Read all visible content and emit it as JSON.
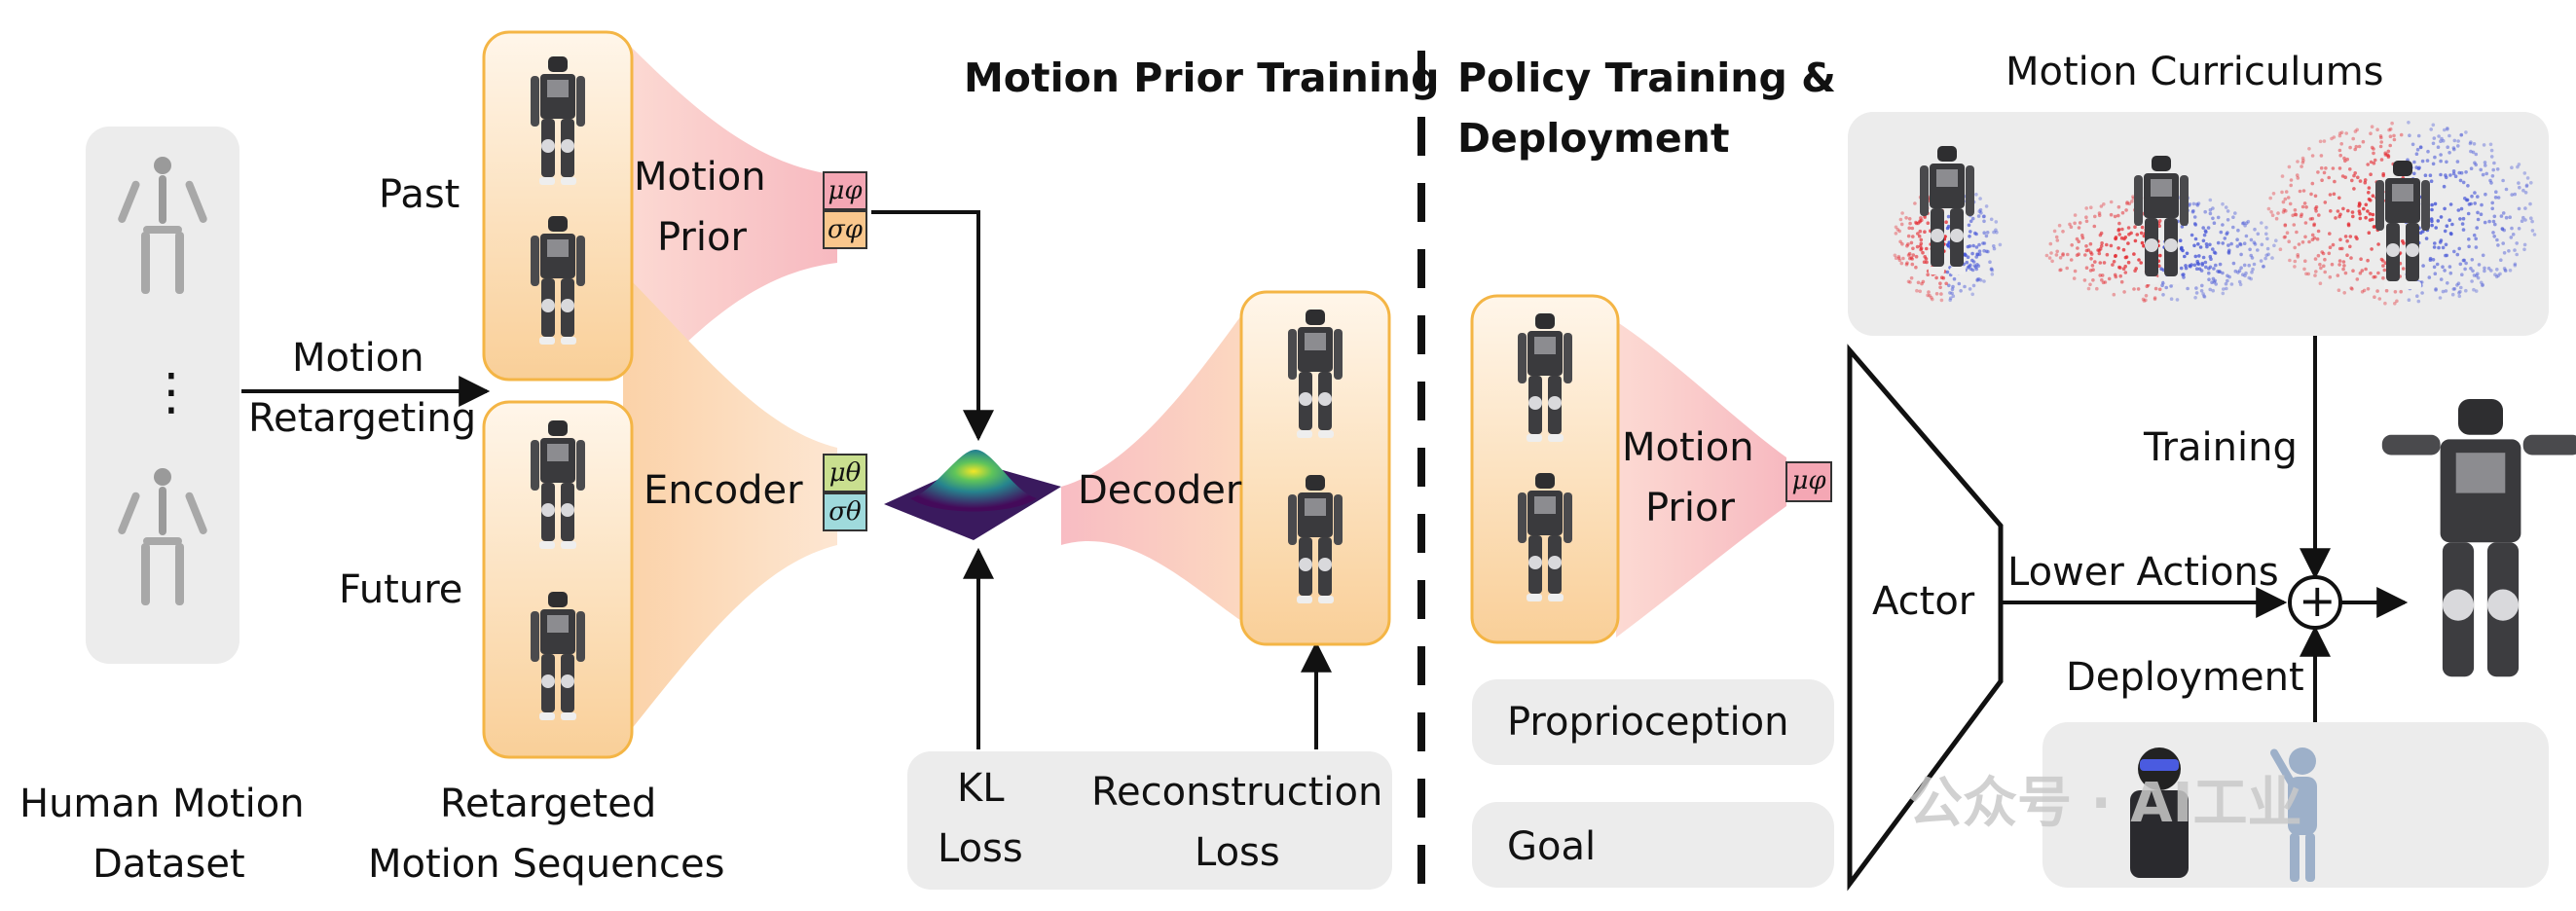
{
  "sections": {
    "motion_prior_training": "Motion Prior Training",
    "policy_training": "Policy Training &",
    "policy_deployment": "Deployment",
    "motion_curriculums": "Motion Curriculums"
  },
  "dataset": {
    "label_line1": "Human Motion",
    "label_line2": "Dataset",
    "ellipsis": "⋮"
  },
  "retargeting": {
    "line1": "Motion",
    "line2": "Retargeting"
  },
  "sequences": {
    "past": "Past",
    "future": "Future",
    "label_line1": "Retargeted",
    "label_line2": "Motion Sequences"
  },
  "motion_prior": {
    "line1": "Motion",
    "line2": "Prior"
  },
  "encoder": "Encoder",
  "decoder": "Decoder",
  "symbols": {
    "mu_phi": "μφ",
    "sigma_phi": "σφ",
    "mu_theta": "μθ",
    "sigma_theta": "σθ"
  },
  "losses": {
    "kl_line1": "KL",
    "kl_line2": "Loss",
    "recon_line1": "Reconstruction",
    "recon_line2": "Loss"
  },
  "policy": {
    "motion_prior_line1": "Motion",
    "motion_prior_line2": "Prior",
    "proprioception": "Proprioception",
    "goal": "Goal",
    "actor": "Actor",
    "lower_actions": "Lower Actions",
    "training": "Training",
    "deployment": "Deployment",
    "plus": "+"
  },
  "watermark": "公众号 · AI工业",
  "colors": {
    "orange_box_border": "#f4b545",
    "pink_fan": "#f7c3c6",
    "orange_fan": "#fbd7b0",
    "mu_phi_fill": "#f4a7b4",
    "sigma_phi_fill": "#f9c78d",
    "mu_theta_fill": "#c9df8f",
    "sigma_theta_fill": "#9fdadc",
    "red_points": "#e3242b",
    "blue_points": "#4252d6"
  }
}
